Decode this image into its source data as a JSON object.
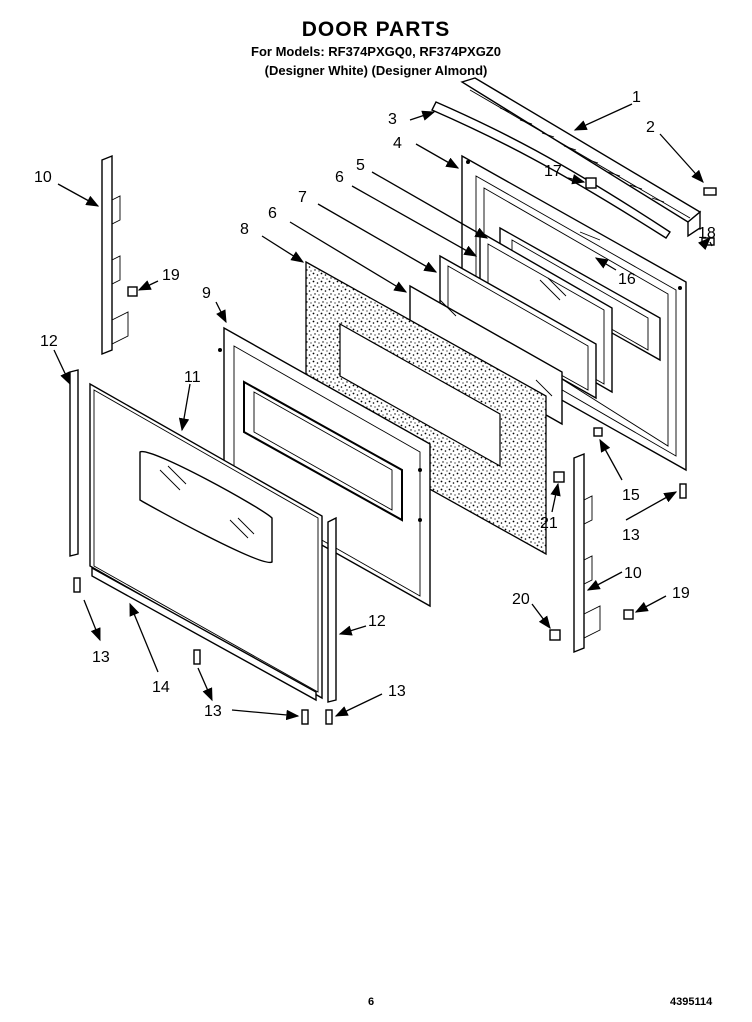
{
  "header": {
    "title": "DOOR PARTS",
    "models_line": "For Models: RF374PXGQ0, RF374PXGZ0",
    "variants_line": "(Designer White)  (Designer Almond)"
  },
  "callouts": {
    "c1": "1",
    "c2": "2",
    "c3": "3",
    "c4": "4",
    "c5": "5",
    "c6a": "6",
    "c6b": "6",
    "c7": "7",
    "c8": "8",
    "c9": "9",
    "c10a": "10",
    "c10b": "10",
    "c11": "11",
    "c12a": "12",
    "c12b": "12",
    "c13a": "13",
    "c13b": "13",
    "c13c": "13",
    "c13d": "13",
    "c14": "14",
    "c15": "15",
    "c16": "16",
    "c17": "17",
    "c18": "18",
    "c19a": "19",
    "c19b": "19",
    "c20": "20",
    "c21": "21"
  },
  "footer": {
    "page_number": "6",
    "document_number": "4395114"
  }
}
